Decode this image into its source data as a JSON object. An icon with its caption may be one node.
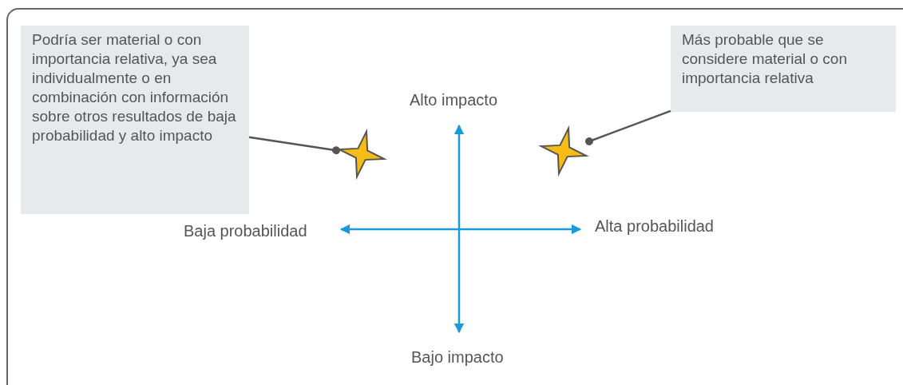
{
  "diagram": {
    "nodes": [
      {
        "text": [
          "Podría ser material o con importancia relativa, ya sea individualmente o en combinación con información sobre otros resultados de baja probabilidad y alto impacto"
        ]
      },
      {
        "text": [],
        "shape": "star"
      },
      {
        "text": [
          "Más probable que se considere material o con importancia relativa"
        ]
      },
      {
        "text": [],
        "shape": "star"
      }
    ],
    "edges": [
      {
        "from": 0,
        "to": 1,
        "arrow": "other"
      },
      {
        "from": 2,
        "to": 3,
        "arrow": "other"
      }
    ],
    "labels": [
      "Alto impacto",
      "Baja probabilidad",
      "Alta probabilidad",
      "Bajo impacto"
    ]
  }
}
